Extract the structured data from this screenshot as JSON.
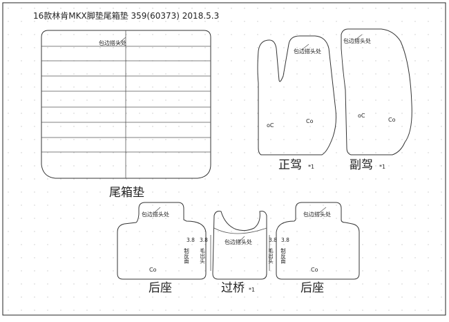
{
  "header": {
    "title": "16款林肯MKX脚垫尾箱垫 359(60373)  2018.5.3"
  },
  "labels": {
    "trunk": "尾箱垫",
    "driver": "正驾",
    "driver_qty": "*1",
    "passenger": "副驾",
    "passenger_qty": "*1",
    "rear_left": "后座",
    "bridge": "过桥",
    "bridge_qty": "*1",
    "rear_right": "后座"
  },
  "notes": {
    "binding_edge": "包边搭头处",
    "fold_38": "3.8",
    "fold_reverse": "制反面",
    "fold_out": "毛出头"
  },
  "icons": {
    "grommet": "Co",
    "grommet_reversed": "oC"
  },
  "colors": {
    "line": "#333333",
    "grid_dot": "#c8c8c8",
    "border": "#222222"
  }
}
